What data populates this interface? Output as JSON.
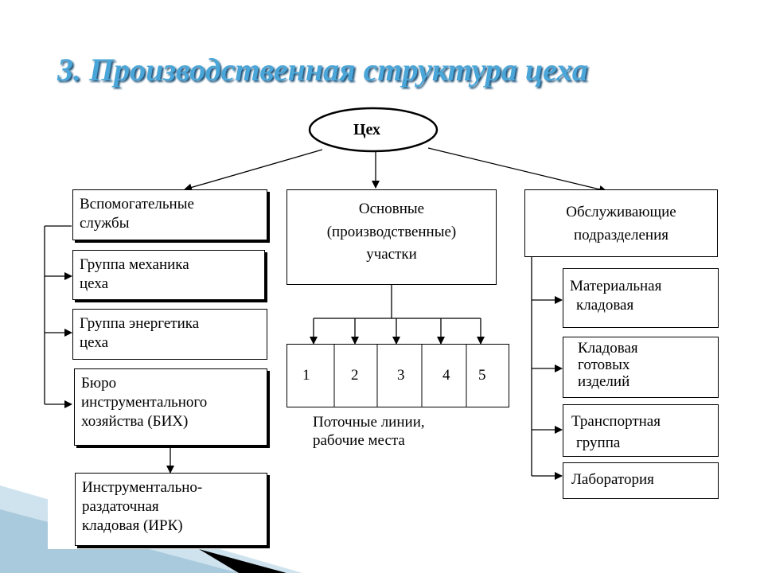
{
  "title": "3. Производственная структура цеха",
  "root": "Цех",
  "left_group": {
    "header": [
      "Вспомогательные",
      "службы"
    ],
    "items": [
      [
        "Группа механика",
        "цеха"
      ],
      [
        "Группа энергетика",
        "цеха"
      ],
      [
        "Бюро",
        "инструментального",
        "хозяйства  (БИХ)"
      ]
    ],
    "sub_item": [
      "Инструментально-",
      "раздаточная",
      "кладовая (ИРК)"
    ]
  },
  "center_group": {
    "header": [
      "Основные",
      "(производственные)",
      "участки"
    ],
    "cells": [
      "1",
      "2",
      "3",
      "4",
      "5"
    ],
    "caption": [
      "Поточные  линии,",
      "рабочие  места"
    ]
  },
  "right_group": {
    "header": [
      "Обслуживающие",
      "подразделения"
    ],
    "items": [
      [
        "Материальная",
        "кладовая"
      ],
      [
        "Кладовая",
        "готовых",
        "изделий"
      ],
      [
        "Транспортная",
        "группа"
      ],
      [
        "Лаборатория"
      ]
    ]
  }
}
